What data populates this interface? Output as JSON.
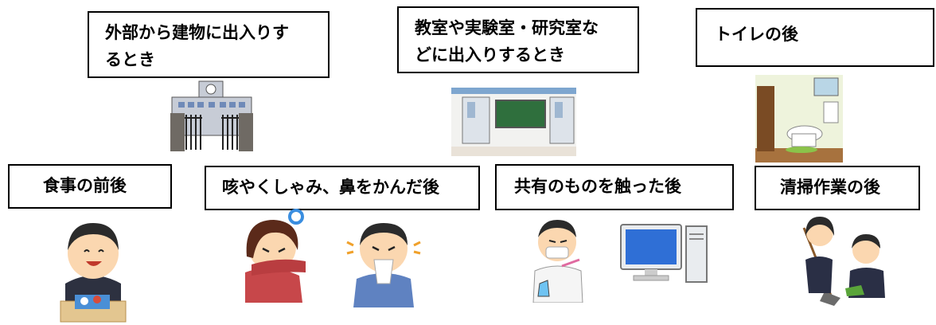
{
  "scenes": [
    {
      "id": "enter-building",
      "label": "外部から建物に出入りす\nるとき"
    },
    {
      "id": "enter-room",
      "label": "教室や実験室・研究室な\nどに出入りするとき"
    },
    {
      "id": "after-toilet",
      "label": "トイレの後"
    },
    {
      "id": "before-after-meal",
      "label": "食事の前後"
    },
    {
      "id": "after-cough-sneeze",
      "label": "咳やくしゃみ、鼻をかんだ後"
    },
    {
      "id": "after-touch-shared",
      "label": "共有のものを触った後"
    },
    {
      "id": "after-cleaning",
      "label": "清掃作業の後"
    }
  ],
  "colors": {
    "border": "#000000",
    "skin": "#fbd7b0",
    "hair": "#2b2b2b"
  }
}
